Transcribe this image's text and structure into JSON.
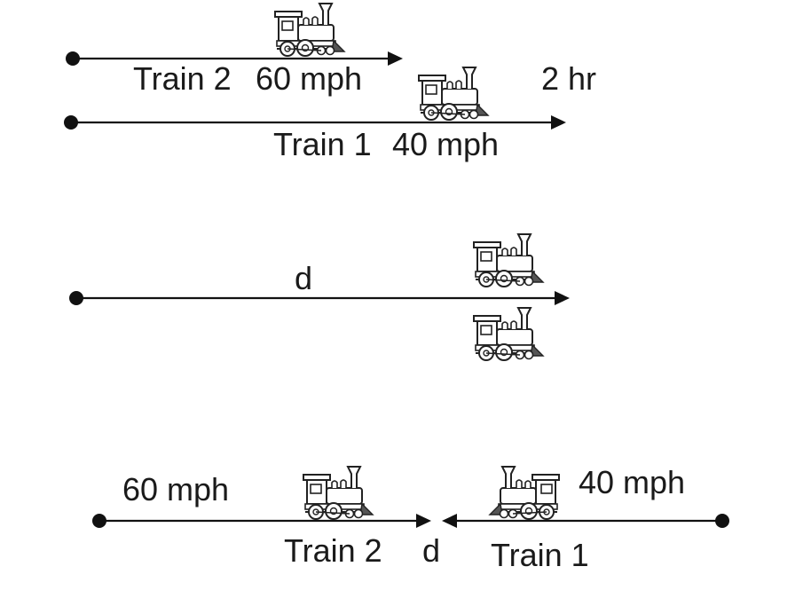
{
  "panel1": {
    "train2_label": "Train 2",
    "train2_speed": "60 mph",
    "time_label": "2 hr",
    "train1_label": "Train 1",
    "train1_speed": "40 mph"
  },
  "panel2": {
    "distance_label": "d"
  },
  "panel3": {
    "left_speed": "60 mph",
    "left_train_label": "Train 2",
    "gap_label": "d",
    "right_train_label": "Train 1",
    "right_speed": "40 mph"
  },
  "icons": {
    "locomotive": "locomotive-icon"
  }
}
